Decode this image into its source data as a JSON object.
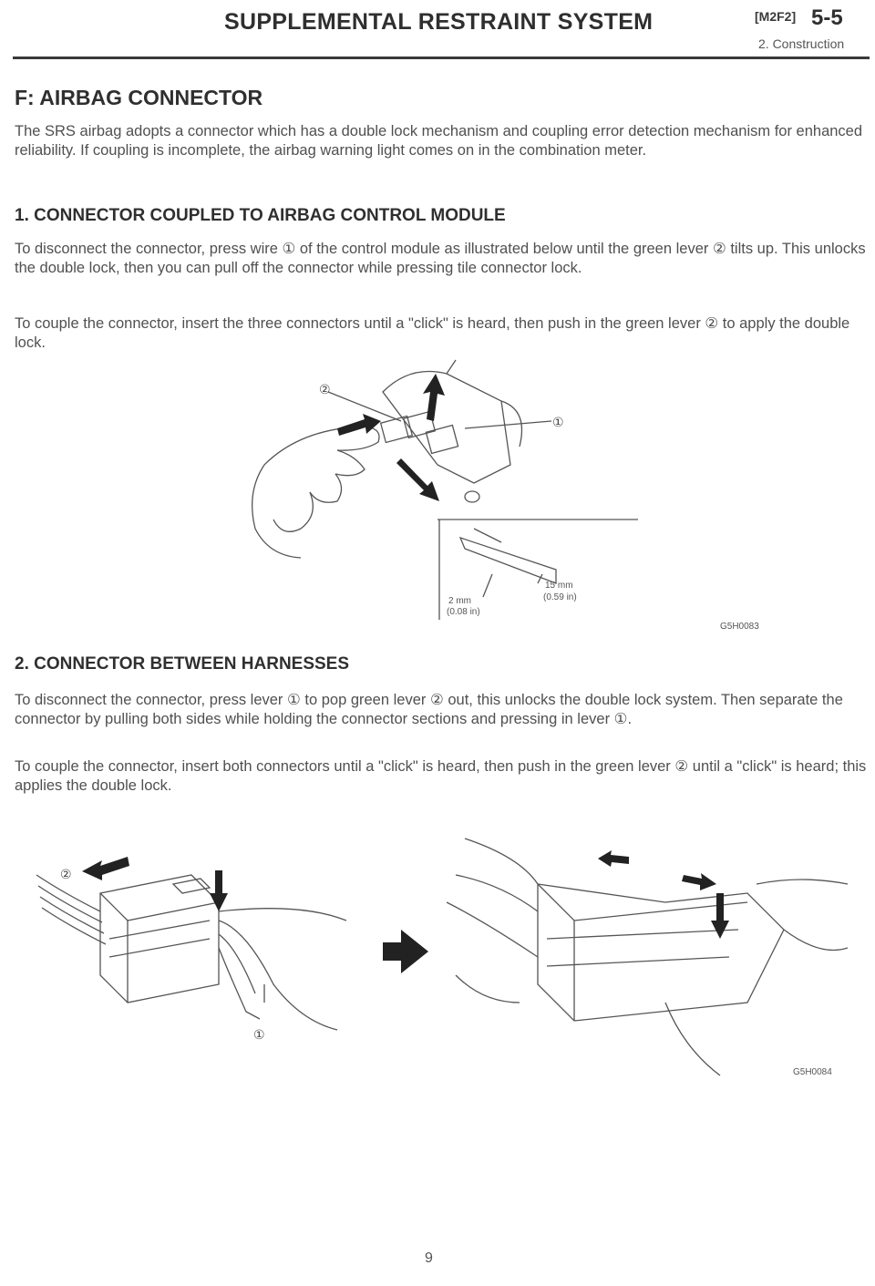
{
  "header": {
    "title": "SUPPLEMENTAL RESTRAINT SYSTEM",
    "code": "[M2F2]",
    "page_ref": "5-5",
    "subsection": "2. Construction"
  },
  "section": {
    "title": "F: AIRBAG CONNECTOR",
    "intro": "The SRS airbag adopts a connector which has a double lock mechanism and coupling error detection mechanism for enhanced reliability. If coupling is incomplete, the airbag warning light comes on in the combination meter."
  },
  "sub1": {
    "title": "1. CONNECTOR COUPLED TO AIRBAG CONTROL MODULE",
    "para1": "To disconnect the connector, press wire ① of the control module as illustrated below until the green lever ② tilts up. This unlocks the double lock, then you can pull off the connector while pressing tile connector lock.",
    "para2": "To couple the connector, insert the three connectors until a \"click\" is heard, then push in the green lever ② to apply the double lock."
  },
  "figure1": {
    "callout1": "①",
    "callout2": "②",
    "dim_a": "2 mm",
    "dim_a_in": "(0.08 in)",
    "dim_b": "15 mm",
    "dim_b_in": "(0.59 in)",
    "code": "G5H0083"
  },
  "sub2": {
    "title": "2. CONNECTOR BETWEEN HARNESSES",
    "para1": "To disconnect the connector, press lever ① to pop green lever ② out, this unlocks the double lock system. Then separate the connector by pulling both sides while holding the connector sections and pressing in lever ①.",
    "para2": "To couple the connector, insert both connectors until a \"click\" is heard, then push in the green lever ② until a \"click\" is heard; this applies the double lock."
  },
  "figure2": {
    "callout1": "①",
    "callout2": "②",
    "code": "G5H0084"
  },
  "footer": {
    "page_number": "9"
  }
}
